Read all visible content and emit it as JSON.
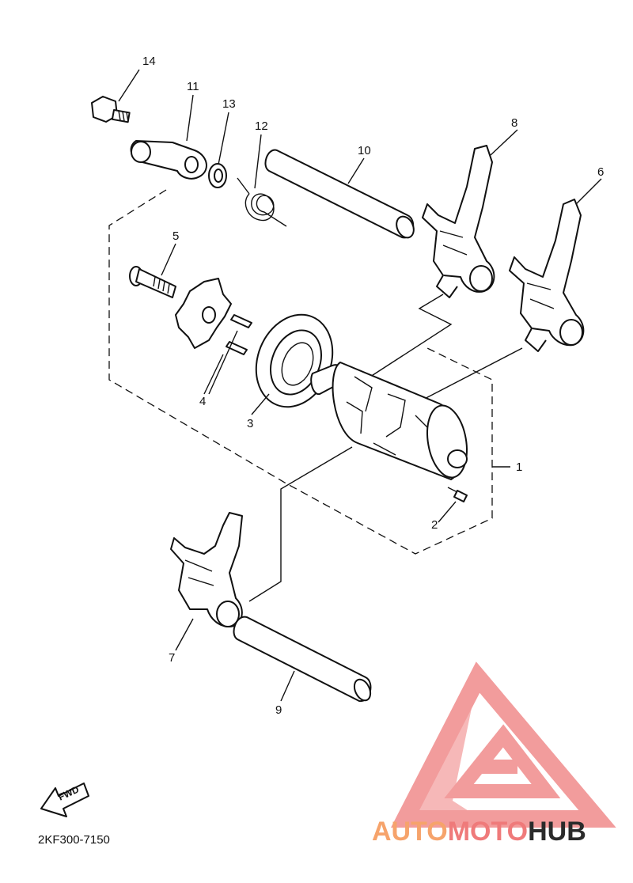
{
  "callouts": {
    "c1": "1",
    "c2": "2",
    "c3": "3",
    "c4": "4",
    "c5": "5",
    "c6": "6",
    "c7": "7",
    "c8": "8",
    "c9": "9",
    "c10": "10",
    "c11": "11",
    "c12": "12",
    "c13": "13",
    "c14": "14"
  },
  "fwd_label": "FWD",
  "diagram_code": "2KF300-7150",
  "watermark": {
    "part1": "AUTO",
    "part2": "MOTO",
    "part3": "HUB",
    "color_light": "#f6a36b",
    "color_red": "#ef7a7a",
    "color_dark": "#2b2b2b"
  }
}
